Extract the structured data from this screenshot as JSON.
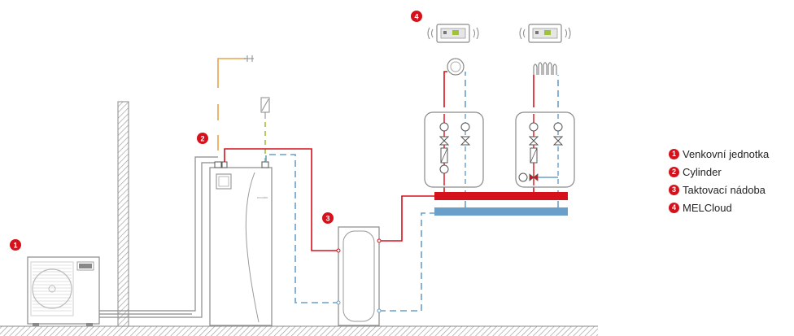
{
  "badges": {
    "outdoor_unit": "1",
    "cylinder": "2",
    "buffer_tank": "3",
    "melcloud": "4"
  },
  "indoor_unit_brand": "ecodan",
  "legend": {
    "items": [
      {
        "number": "1",
        "label": "Venkovní jednotka"
      },
      {
        "number": "2",
        "label": "Cylinder"
      },
      {
        "number": "3",
        "label": "Taktovací nádoba"
      },
      {
        "number": "4",
        "label": "MELCloud"
      }
    ]
  },
  "colors": {
    "accent_red": "#d5121c",
    "flow_red": "#d5121c",
    "return_blue": "#6a9fc9",
    "gas_orange": "#e8a34a",
    "earth_green": "#9ec23c",
    "outline_grey": "#8a8a8a"
  }
}
